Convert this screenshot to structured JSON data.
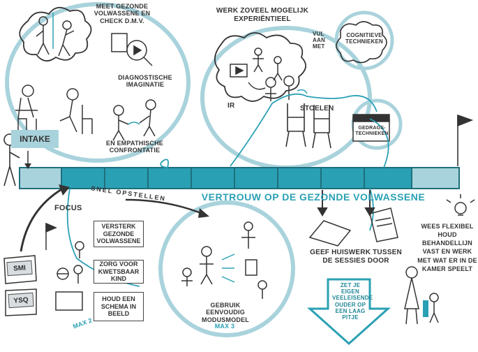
{
  "texts": {
    "meet": "MEET GEZONDE VOLWASSENE EN CHECK D.M.V.",
    "diagnostische": "DIAGNOSTISCHE IMAGINATIE",
    "empathische": "EN EMPATHISCHE CONFRONTATIE",
    "intake": "INTAKE",
    "werk": "WERK ZOVEEL MOGELIJK EXPERIËNTIEEL",
    "vul_aan_met": "VUL AAN MET",
    "cognitieve": "COGNITIEVE TECHNIEKEN",
    "ir": "IR",
    "stoelen": "STOELEN",
    "gedrags": "GEDRAGS-TECHNIEKEN",
    "focus": "FOCUS",
    "snel_opstellen": "SNEL OPSTELLEN",
    "vertrouw": "VERTROUW OP DE GEZONDE VOLWASSENE",
    "versterk": "VERSTERK GEZONDE VOLWASSENE",
    "zorg": "ZORG VOOR KWETSBAAR KIND",
    "houd_schema": "HOUD EEN SCHEMA IN BEELD",
    "max2": "MAX 2",
    "smi": "SMI",
    "ysq": "YSQ",
    "gebruik": "GEBRUIK EENVOUDIG MODUSMODEL",
    "max3": "MAX 3",
    "huiswerk": "GEEF HUISWERK TUSSEN DE SESSIES DOOR",
    "flexibel": "WEES FLEXIBEL HOUD BEHANDELLIJN VAST EN WERK MET WAT ER IN DE KAMER SPEELT",
    "ouder": "ZET JE EIGEN VEELEISENDE OUDER OP EEN LAAG PITJE"
  },
  "colors": {
    "teal": "#2aa0b4",
    "teal_dark": "#1f8796",
    "teal_light": "#a9d3dc",
    "ink": "#333333",
    "grey_tab": "#d8dde0"
  }
}
